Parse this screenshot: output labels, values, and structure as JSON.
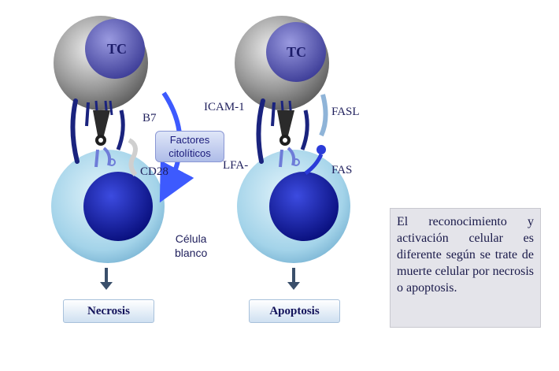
{
  "labels": {
    "tc_left": "TC",
    "tc_right": "TC",
    "b7": "B7",
    "cd28": "CD28",
    "icam1": "ICAM-1",
    "lfa": "LFA-",
    "fasl": "FASL",
    "fas": "FAS",
    "celula_line1": "Célula",
    "celula_line2": "blanco"
  },
  "callout": {
    "line1": "Factores",
    "line2": "citolíticos"
  },
  "outcomes": {
    "left": "Necrosis",
    "right": "Apoptosis"
  },
  "note": "El reconocimiento y activación celular es diferente según se trate de muerte celular por necrosis o apoptosis.",
  "colors": {
    "tc_gray": "#8e8e8e",
    "tc_nucleus": "#5b5bb0",
    "target_cell": "#a6d6ea",
    "target_nucleus": "#0f1aa8",
    "receptor_dark": "#1a237e",
    "arrow_blue": "#3d5afe",
    "down_arrow": "#3a4f6b"
  }
}
